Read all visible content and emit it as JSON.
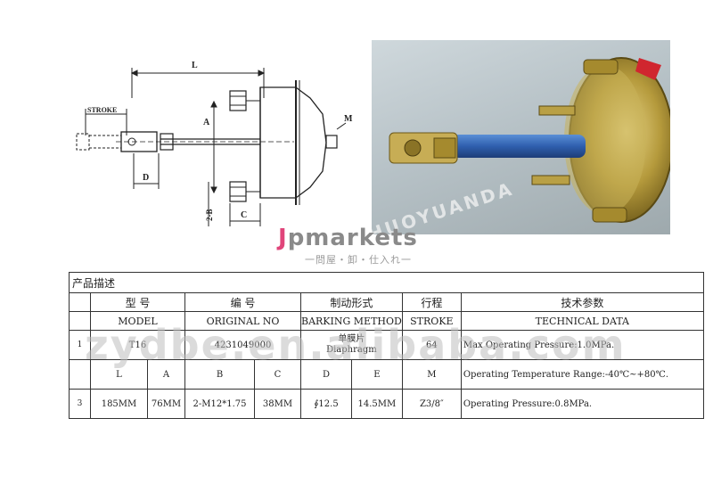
{
  "drawing": {
    "labels": {
      "L": "L",
      "stroke": "STROKE",
      "A": "A",
      "M": "M",
      "D": "D",
      "C": "C",
      "B": "2-B"
    }
  },
  "photo": {
    "watermark": "ZHUOYUANDA"
  },
  "logo": {
    "brand_j": "J",
    "brand_rest": "pmarkets",
    "sub": "一問屋・卸・仕入れ一"
  },
  "table": {
    "caption": "产品描述",
    "cn_headers": [
      "型 号",
      "编 号",
      "制动形式",
      "行程",
      "技术参数"
    ],
    "en_headers": [
      "MODEL",
      "ORIGINAL NO",
      "BARKING METHOD",
      "STROKE",
      "TECHNICAL DATA"
    ],
    "row1": {
      "index": "1",
      "model": "T16",
      "original_no": "4231049000",
      "method_cn": "单膜片",
      "method_en": "Diaphragm",
      "stroke": "64",
      "tech": "Max Operating Pressure:1.0MPa."
    },
    "dim_headers": [
      "L",
      "A",
      "B",
      "C",
      "D",
      "E",
      "M"
    ],
    "row2_tech": "Operating Temperature Range:-40℃~+80℃.",
    "row3": {
      "index": "3",
      "values": [
        "185MM",
        "76MM",
        "2-M12*1.75",
        "38MM",
        "∮12.5",
        "14.5MM",
        "Z3/8″"
      ],
      "tech": "Operating Pressure:0.8MPa."
    }
  },
  "watermark_table": "zydbe.en.alibaba.com"
}
